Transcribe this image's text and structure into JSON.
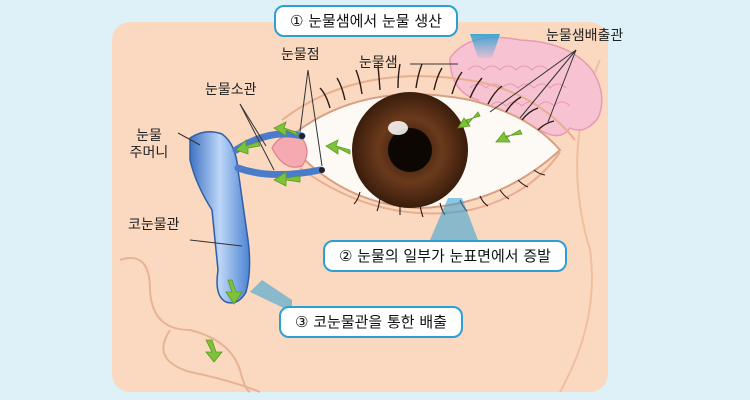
{
  "labels": {
    "lacrimal_punctum": "눈물점",
    "lacrimal_gland": "눈물샘",
    "gland_ducts": "눈물샘배출관",
    "canaliculus": "눈물소관",
    "lacrimal_sac_line1": "눈물",
    "lacrimal_sac_line2": "주머니",
    "nasolacrimal_duct": "코눈물관"
  },
  "callouts": {
    "step1": "① 눈물샘에서 눈물 생산",
    "step2": "② 눈물의 일부가 눈표면에서 증발",
    "step3": "③ 코눈물관을 통한 배출"
  },
  "colors": {
    "background": "#dff1f8",
    "skin": "#fbd9c0",
    "callout_border": "#2d9fd3",
    "gland": "#f7c3d2",
    "duct_blue": "#5b8fd8",
    "arrow_green": "#7ec23a",
    "iris": "#6b3a1c"
  }
}
